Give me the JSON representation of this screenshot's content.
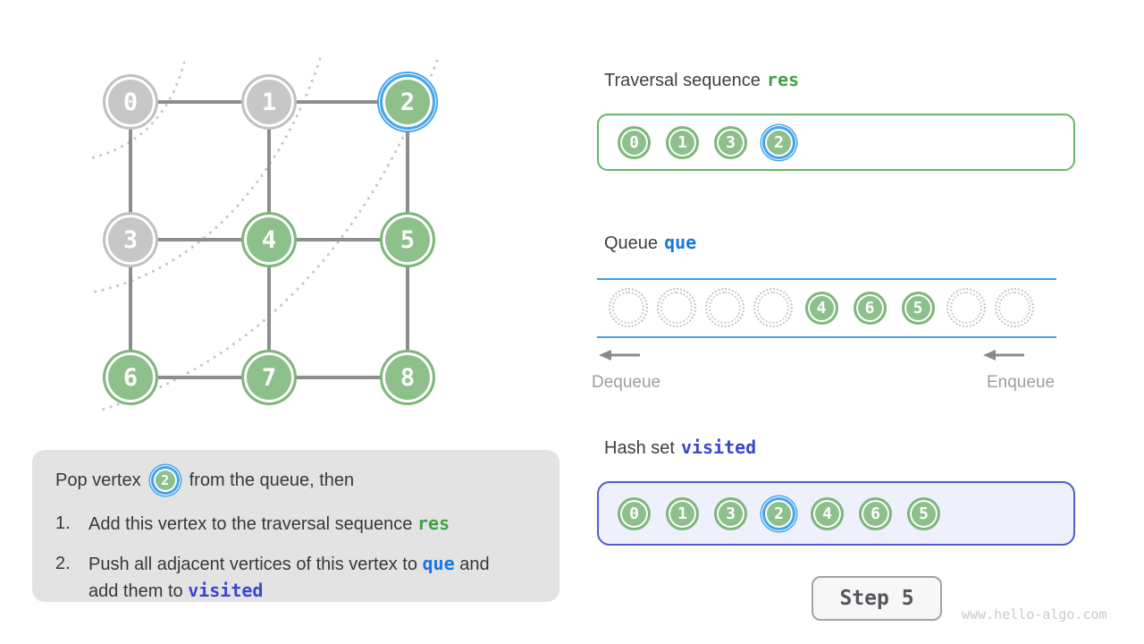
{
  "graph": {
    "vertices": [
      {
        "label": "0",
        "state": "gray"
      },
      {
        "label": "1",
        "state": "gray"
      },
      {
        "label": "2",
        "state": "highlighted"
      },
      {
        "label": "3",
        "state": "gray"
      },
      {
        "label": "4",
        "state": "green"
      },
      {
        "label": "5",
        "state": "green"
      },
      {
        "label": "6",
        "state": "green"
      },
      {
        "label": "7",
        "state": "green"
      },
      {
        "label": "8",
        "state": "green"
      }
    ]
  },
  "explanation": {
    "intro_before": "Pop vertex",
    "vertex": "2",
    "intro_after": "from the queue, then",
    "item1": {
      "num": "1.",
      "text": "Add this vertex to the traversal sequence ",
      "code": "res"
    },
    "item2": {
      "num": "2.",
      "text": "Push all adjacent vertices of this vertex to ",
      "code1": "que",
      "text2": " and add them to ",
      "code2": "visited"
    }
  },
  "traversal": {
    "title": "Traversal sequence",
    "code": "res",
    "items": [
      "0",
      "1",
      "3",
      "2"
    ],
    "highlight_index": 3
  },
  "queue": {
    "title": "Queue",
    "code": "que",
    "slots": [
      "",
      "",
      "",
      "",
      "4",
      "6",
      "5",
      "",
      ""
    ],
    "dequeue_label": "Dequeue",
    "enqueue_label": "Enqueue"
  },
  "visited": {
    "title": "Hash set",
    "code": "visited",
    "items": [
      "0",
      "1",
      "3",
      "2",
      "4",
      "6",
      "5"
    ],
    "highlight_index": 3
  },
  "step": {
    "label": "Step 5"
  },
  "watermark": "www.hello-algo.com",
  "colors": {
    "vertex_green": "#8ec08b",
    "vertex_gray": "#c7c7c7",
    "highlight_blue": "#45a5ec",
    "res_green": "#43a047",
    "que_blue": "#1778e0",
    "visited_indigo": "#3a46cf",
    "queue_line_blue": "#449de8"
  }
}
